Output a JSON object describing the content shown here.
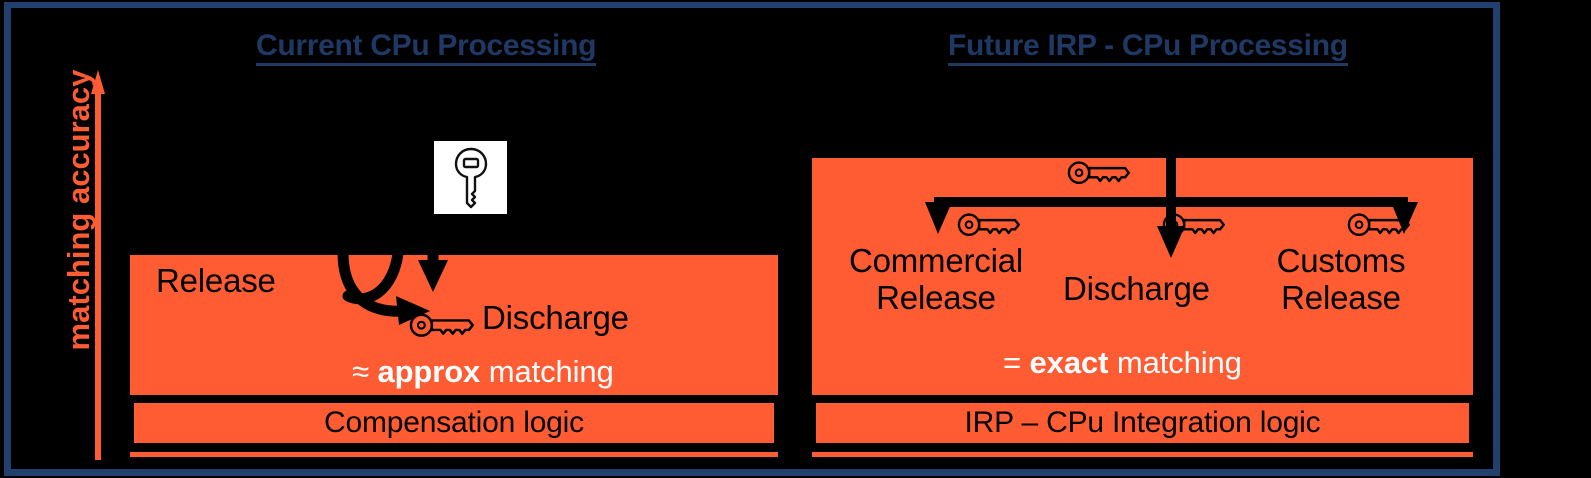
{
  "diagram": {
    "title_left": "Current CPu Processing",
    "title_right": "Future IRP - CPu Processing",
    "axis_label": "matching accuracy",
    "colors": {
      "frame_navy": "#22406E",
      "title_navy": "#1F3864",
      "panel_orange": "#FF5C33",
      "background": "#000000",
      "text_black": "#000000",
      "text_white": "#FFFFFF"
    },
    "left_panel": {
      "nodes": [
        {
          "label": "Release"
        },
        {
          "label": "Discharge"
        }
      ],
      "match_prefix": "≈ ",
      "match_bold": "approx",
      "match_suffix": " matching",
      "footer": "Compensation logic",
      "icons": [
        "key-icon",
        "key-icon",
        "curved-cross-arrows-icon",
        "down-arrow-icon"
      ]
    },
    "right_panel": {
      "nodes": [
        {
          "label_line1": "Commercial",
          "label_line2": "Release"
        },
        {
          "label_line1": "Discharge",
          "label_line2": ""
        },
        {
          "label_line1": "Customs",
          "label_line2": "Release"
        }
      ],
      "match_prefix": "= ",
      "match_bold": "exact",
      "match_suffix": " matching",
      "footer": "IRP – CPu Integration logic",
      "icons": [
        "key-icon",
        "key-icon",
        "key-icon",
        "key-icon",
        "branch-arrows-icon"
      ]
    }
  }
}
